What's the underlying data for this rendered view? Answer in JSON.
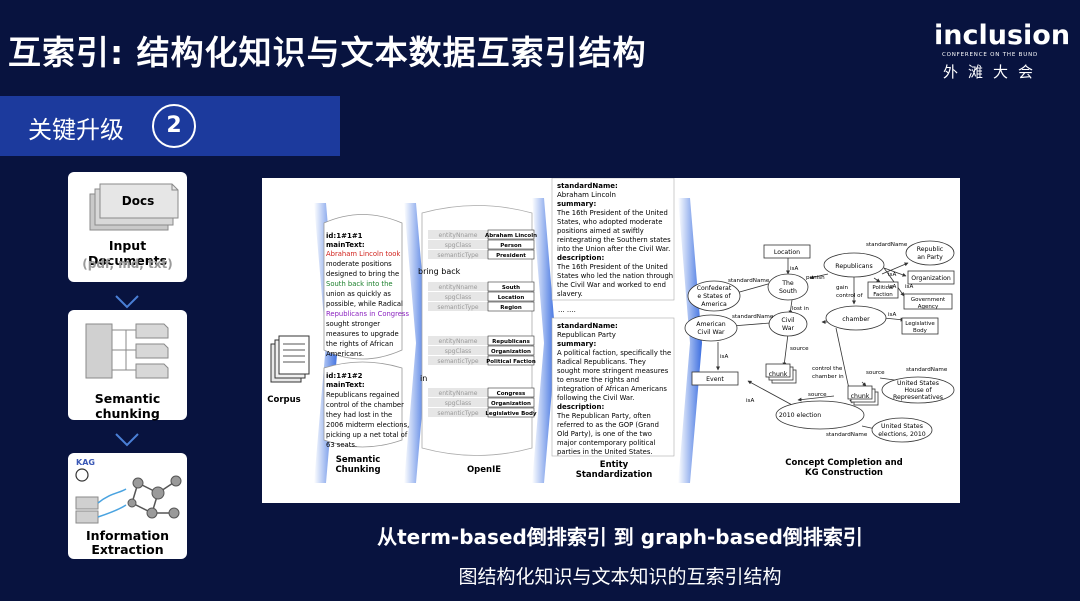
{
  "page": {
    "title": "互索引: 结构化知识与文本数据互索引结构",
    "logo": {
      "word": "inclusion",
      "tagline": "CONFERENCE ON THE BUND",
      "cn": "外滩大会"
    },
    "section_label": "关键升级",
    "section_number": "2",
    "caption_main": "从term-based倒排索引  到 graph-based倒排索引",
    "caption_sub": "图结构化知识与文本知识的互索引结构"
  },
  "pipeline": [
    {
      "card_title": "Docs",
      "label": "Input Documents",
      "sublabel": "(pdf, md, txt)"
    },
    {
      "label": "Semantic chunking"
    },
    {
      "badge": "KAG",
      "label_line1": "Information",
      "label_line2": "Extraction"
    }
  ],
  "figure": {
    "corpus_label": "Corpus",
    "stage_labels": {
      "semantic_chunking_1": "Semantic",
      "semantic_chunking_2": "Chunking",
      "openie": "OpenIE",
      "entity_std_1": "Entity",
      "entity_std_2": "Standardization",
      "kg_1": "Concept Completion and",
      "kg_2": "KG Construction"
    },
    "chunk1": {
      "id": "id:1#1#1",
      "field": "mainText:",
      "lines": [
        "Abraham Lincoln took",
        "moderate positions",
        "designed to bring the",
        "South back into the",
        "union as quickly as",
        "possible, while Radical",
        "Republicans in Congress",
        "sought stronger",
        "measures to upgrade",
        "the rights of African",
        "Americans."
      ]
    },
    "chunk2": {
      "id": "id:1#1#2",
      "field": "mainText:",
      "lines": [
        "Republicans regained",
        "control of the chamber",
        "they had lost in the",
        "2006 midterm elections,",
        "picking up a net total of",
        "63 seats."
      ]
    },
    "bring_back": "bring back",
    "in_label": "in",
    "field_names": [
      "entityNname",
      "spgClass",
      "semanticType"
    ],
    "openie_tables": [
      [
        "Abraham Lincoln",
        "Person",
        "President"
      ],
      [
        "South",
        "Location",
        "Region"
      ],
      [
        "Republicans",
        "Organization",
        "Political Faction"
      ],
      [
        "Congress",
        "Organization",
        "Legislative Body"
      ]
    ],
    "std_card1": {
      "name_key": "standardName:",
      "name": "Abraham Lincoln",
      "summary_key": "summary:",
      "summary": [
        "The 16th President of the United",
        "States, who adopted moderate",
        "positions aimed at swiftly",
        "reintegrating the Southern states",
        "into the Union after the Civil War."
      ],
      "desc_key": "description:",
      "desc": [
        "The 16th President of the United",
        "States who led the nation through",
        "the Civil War and worked to end",
        "slavery."
      ]
    },
    "ellipsis": "... ....",
    "std_card2": {
      "name_key": "standardName:",
      "name": "Republican Party",
      "summary_key": "summary:",
      "summary": [
        "A political faction, specifically the",
        "Radical Republicans. They",
        "sought more stringent measures",
        "to ensure the rights and",
        "integration of African Americans",
        "following the Civil War."
      ],
      "desc_key": "description:",
      "desc": [
        "The Republican Party, often",
        "referred to as the GOP (Grand",
        "Old Party), is one of the two",
        "major contemporary political",
        "parties in the United States."
      ]
    },
    "kg": {
      "nodes": {
        "location": "Location",
        "south_1": "The",
        "south_2": "South",
        "confed_1": "Confederat",
        "confed_2": "e States of",
        "confed_3": "America",
        "civilwar_1": "Civil",
        "civilwar_2": "War",
        "acw_1": "American",
        "acw_2": "Civil War",
        "event": "Event",
        "republicans": "Republicans",
        "polfac_1": "Political",
        "polfac_2": "Faction",
        "repparty_1": "Republic",
        "repparty_2": "an Party",
        "org": "Organization",
        "gov_1": "Government",
        "gov_2": "Agency",
        "chamber": "chamber",
        "leg_1": "Legislative",
        "leg_2": "Body",
        "chunk": "chunk",
        "ushr_1": "United States",
        "ushr_2": "House of",
        "ushr_3": "Representatives",
        "election": "2010 election",
        "use_1": "United States",
        "use_2": "elections, 2010"
      },
      "edges": {
        "isa": "isA",
        "standard_name": "standardName",
        "punish": "punish",
        "lost_in": "lost in",
        "gain_control_1": "gain",
        "gain_control_2": "control of",
        "control_1": "control the",
        "control_2": "chamber in",
        "source": "source"
      }
    }
  }
}
